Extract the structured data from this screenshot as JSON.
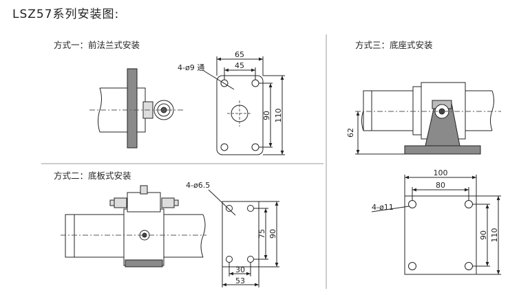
{
  "title": "LSZ57系列安装图:",
  "method1": {
    "label": "方式一：前法兰式安装",
    "dims": {
      "w_outer": "65",
      "w_inner": "45",
      "h_inner": "90",
      "h_outer": "110",
      "holes": "4-ø9 通"
    }
  },
  "method2": {
    "label": "方式二：底板式安装",
    "dims": {
      "w_outer": "53",
      "w_inner": "30",
      "h_inner": "75",
      "h_outer": "90",
      "holes": "4-ø6.5"
    }
  },
  "method3": {
    "label": "方式三：底座式安装",
    "dims": {
      "height": "62",
      "w_outer": "100",
      "w_inner": "80",
      "h_inner": "90",
      "h_outer": "110",
      "holes": "4-ø11"
    }
  },
  "colors": {
    "line": "#222222",
    "fill_gray": "#8a8a8a",
    "hatch": "#bbbbbb",
    "divider": "#999999"
  }
}
